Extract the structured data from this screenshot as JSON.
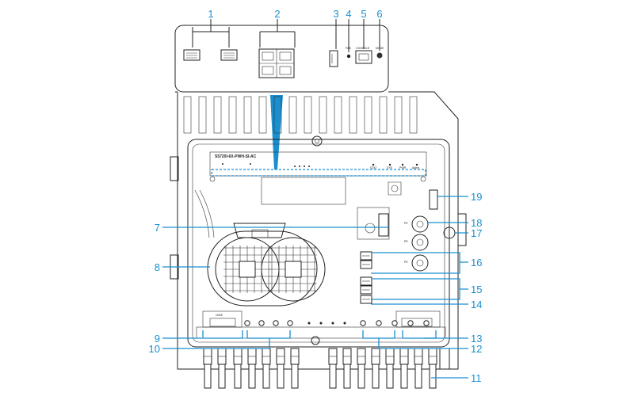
{
  "callouts": [
    "1",
    "2",
    "3",
    "4",
    "5",
    "6",
    "7",
    "8",
    "9",
    "10",
    "11",
    "12",
    "13",
    "14",
    "15",
    "16",
    "17",
    "18",
    "19"
  ],
  "device_model": "S5720I-6X-PWH-SI-AC",
  "panel_labels": {
    "fan": "FAN",
    "console": "CONSOLE",
    "mode": "MODE",
    "sys": "SYS",
    "pwr": "PWR",
    "alarm": "Alarm",
    "stat": "STAT",
    "ge_port": "10GE",
    "pe": "PE"
  },
  "colors": {
    "callout": "#1a8fd0",
    "outline": "#222222",
    "highlight": "#1a8fd0"
  }
}
